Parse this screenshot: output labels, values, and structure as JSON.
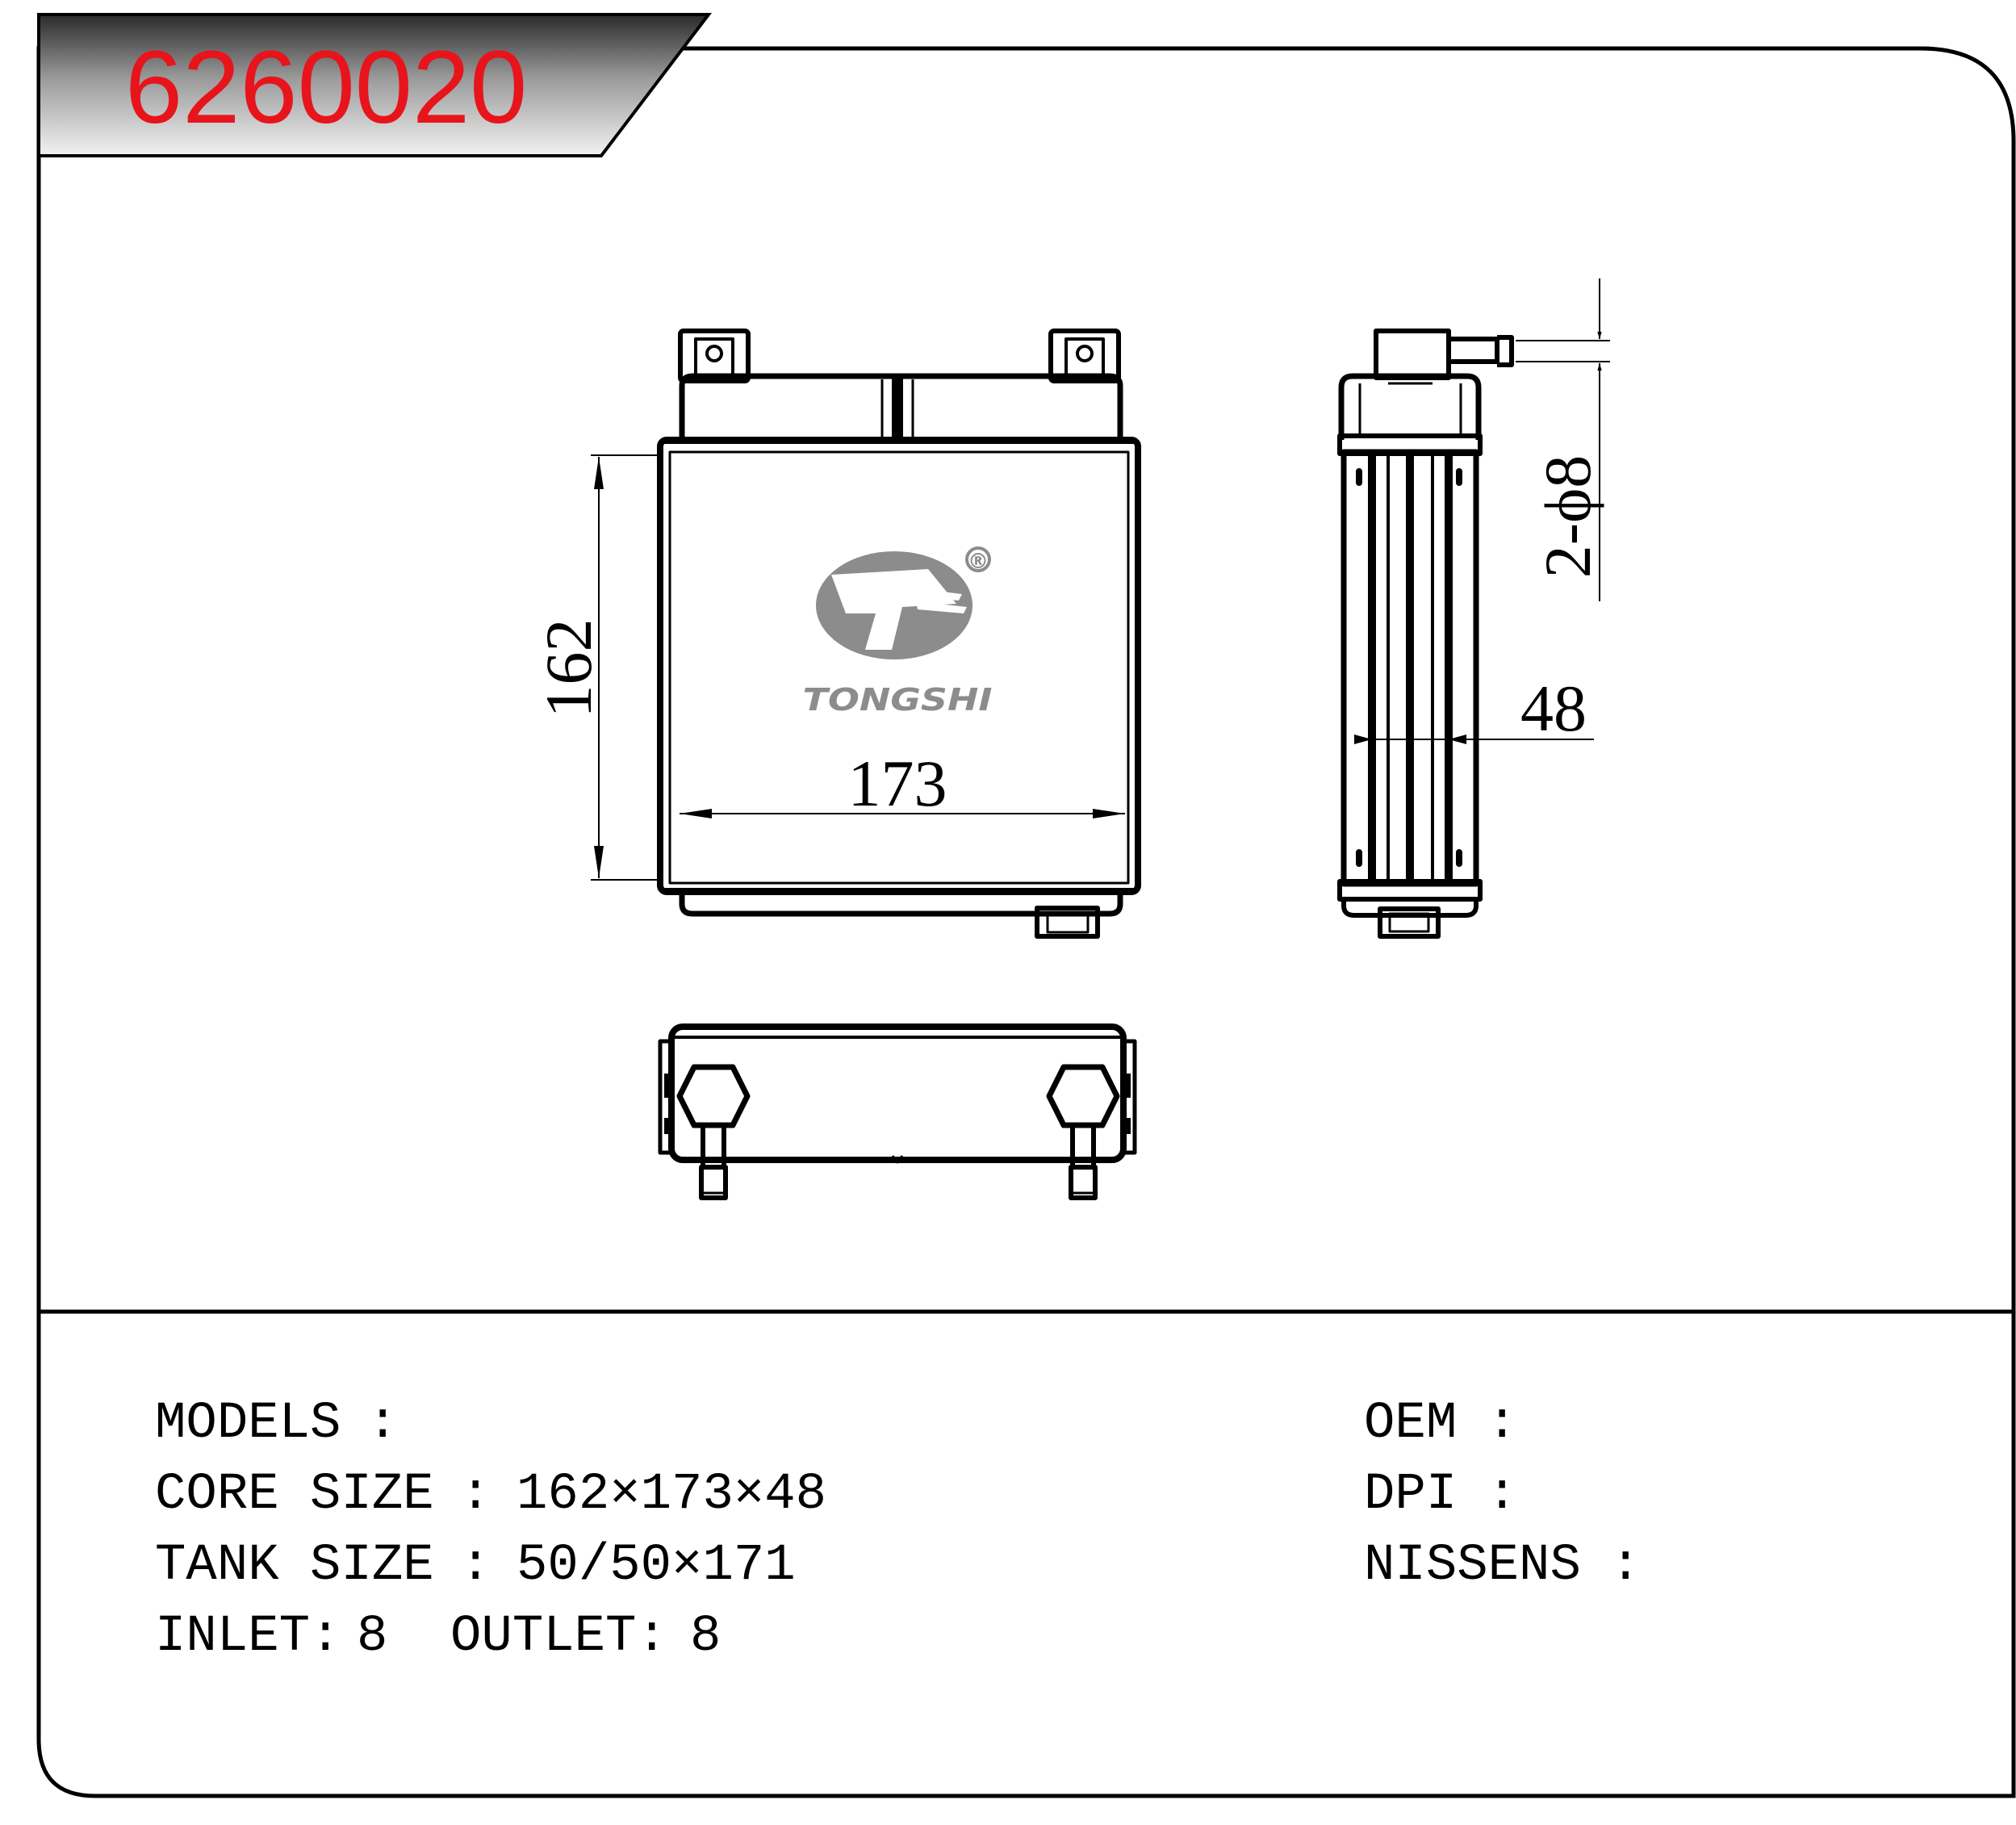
{
  "part_number": "6260020",
  "brand": {
    "name": "TONGSHI",
    "registered_mark": "®",
    "logo_color": "#8c8c8c"
  },
  "dimensions": {
    "height": "162",
    "width": "173",
    "depth": "48",
    "pipe": "2-ϕ8"
  },
  "specs": {
    "models": {
      "label": "MODELS",
      "separator": ":",
      "value": ""
    },
    "core_size": {
      "label": "CORE SIZE",
      "separator": ":",
      "value": "162×173×48"
    },
    "tank_size": {
      "label": "TANK SIZE",
      "separator": ":",
      "value": "50/50×171"
    },
    "inlet": {
      "label": "INLET:",
      "value": "8"
    },
    "outlet": {
      "label": "OUTLET:",
      "value": "8"
    },
    "oem": {
      "label": "OEM",
      "separator": ":",
      "value": ""
    },
    "dpi": {
      "label": "DPI",
      "separator": ":",
      "value": ""
    },
    "nissens": {
      "label": "NISSENS",
      "separator": ":",
      "value": ""
    }
  },
  "colors": {
    "part_number": "#e8141c",
    "line": "#000000"
  }
}
